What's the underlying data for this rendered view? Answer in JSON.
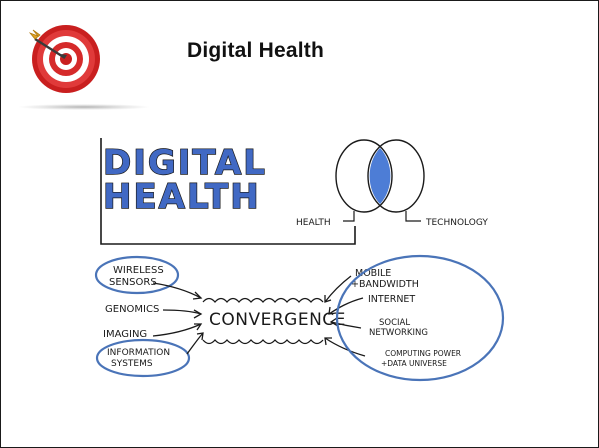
{
  "slide": {
    "title": "Digital Health",
    "logo_icon": "target-bullseye-icon",
    "accent_color": "#d52a2a",
    "ring_color": "#4a74b8",
    "logo_fill_color": "#4d7dd6"
  },
  "sketch": {
    "logo_words": [
      "DIGITAL",
      "HEALTH"
    ],
    "venn_labels": {
      "left": "HEALTH",
      "right": "TECHNOLOGY"
    },
    "center_word": "CONVERGENCE",
    "left_items": [
      {
        "lines": [
          "WIRELESS",
          "SENSORS"
        ],
        "circled": true
      },
      {
        "lines": [
          "GENOMICS"
        ],
        "circled": false
      },
      {
        "lines": [
          "IMAGING"
        ],
        "circled": false
      },
      {
        "lines": [
          "INFORMATION",
          "SYSTEMS"
        ],
        "circled": true
      }
    ],
    "right_items": [
      {
        "lines": [
          "MOBILE",
          "+BANDWIDTH"
        ]
      },
      {
        "lines": [
          "INTERNET"
        ]
      },
      {
        "lines": [
          "SOCIAL",
          "NETWORKING"
        ]
      },
      {
        "lines": [
          "COMPUTING POWER",
          "+DATA UNIVERSE"
        ]
      }
    ]
  }
}
